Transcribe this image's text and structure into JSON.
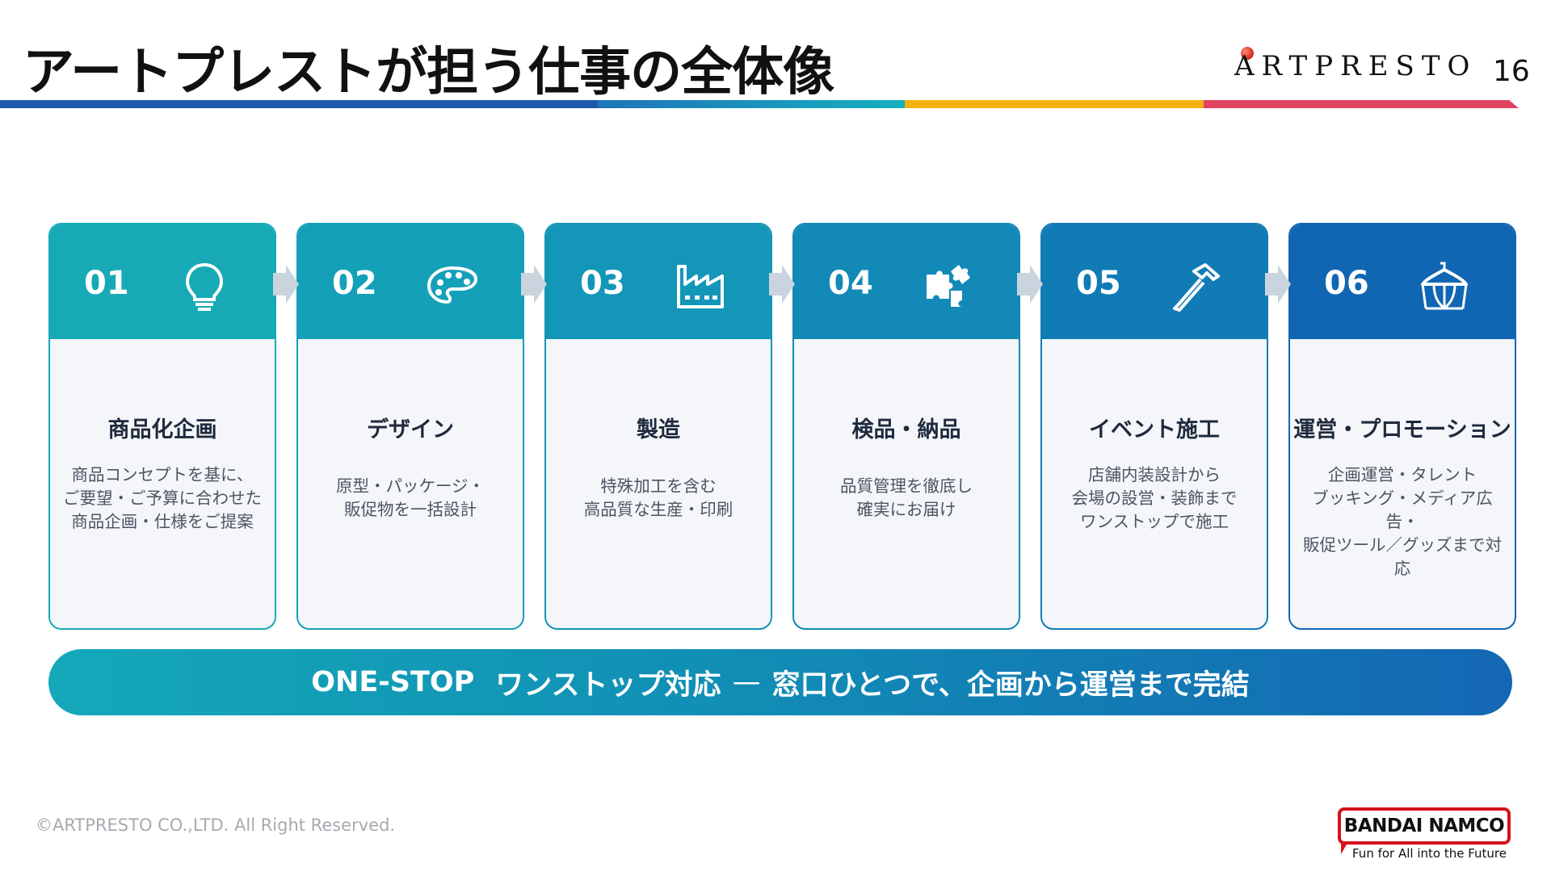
{
  "header": {
    "title": "アートプレストが担う仕事の全体像",
    "brand_logo": "ARTPRESTO",
    "page_number": "16"
  },
  "cards": [
    {
      "number": "01",
      "icon": "lightbulb-icon",
      "title": "商品化企画",
      "description": "商品コンセプトを基に、\nご要望・ご予算に合わせた\n商品企画・仕様をご提案",
      "head_color": "#17aab6"
    },
    {
      "number": "02",
      "icon": "palette-icon",
      "title": "デザイン",
      "description": "原型・パッケージ・\n販促物を一括設計",
      "head_color": "#14a0b8"
    },
    {
      "number": "03",
      "icon": "factory-icon",
      "title": "製造",
      "description": "特殊加工を含む\n高品質な生産・印刷",
      "head_color": "#1396b8"
    },
    {
      "number": "04",
      "icon": "puzzle-icon",
      "title": "検品・納品",
      "description": "品質管理を徹底し\n確実にお届け",
      "head_color": "#1289b7"
    },
    {
      "number": "05",
      "icon": "hammer-icon",
      "title": "イベント施工",
      "description": "店舗内装設計から\n会場の設営・装飾まで\nワンストップで施工",
      "head_color": "#117bb6"
    },
    {
      "number": "06",
      "icon": "tent-icon",
      "title": "運営・プロモーション",
      "description": "企画運営・タレント\nブッキング・メディア広告・\n販促ツール／グッズまで対応",
      "head_color": "#1166b3"
    }
  ],
  "banner": {
    "lead": "ONE-STOP",
    "middle": "ワンストップ対応",
    "separator": "—",
    "tail": "窓口ひとつで、企画から運営まで完結"
  },
  "footer": {
    "copyright": "©ARTPRESTO CO.,LTD.  All Right Reserved.",
    "partner_logo": "BANDAI NAMCO",
    "partner_tagline": "Fun for All into the Future"
  },
  "colors": {
    "stripe_blue": "#1c58ad",
    "stripe_teal": "#15b3c0",
    "stripe_yellow": "#f2b20d",
    "stripe_pink": "#e14361",
    "arrow": "#c9d4df"
  }
}
